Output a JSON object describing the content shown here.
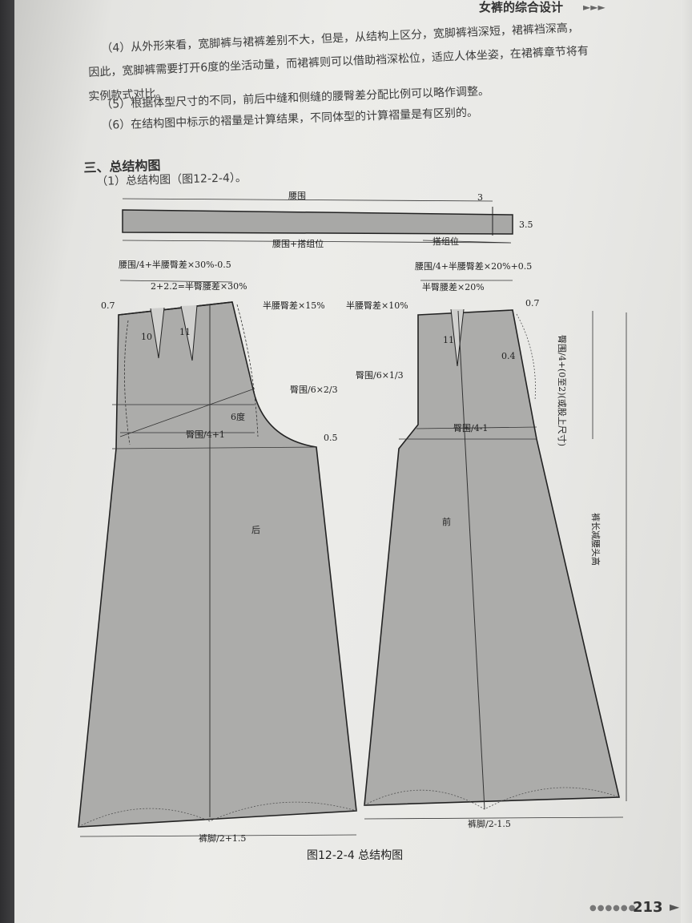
{
  "header": {
    "title": "女裤的综合设计",
    "arrows": "►►►"
  },
  "paragraphs": [
    "（4）从外形来看，宽脚裤与裙裤差别不大，但是，从结构上区分，宽脚裤裆深短，裙裤裆深高，",
    "因此，宽脚裤需要打开6度的坐活动量，而裙裤则可以借助裆深松位，适应人体坐姿，在裙裤章节将有",
    "实例款式对比。",
    "（5）根据体型尺寸的不同，前后中缝和侧缝的腰臀差分配比例可以略作调整。",
    "（6）在结构图中标示的褶量是计算结果，不同体型的计算褶量是有区别的。"
  ],
  "section": {
    "title": "三、总结构图",
    "sub": "（1）总结构图（图12-2-4）。"
  },
  "diagram": {
    "waistband_top": "腰围",
    "waistband_3": "3",
    "waistband_35": "3.5",
    "waistband_bottom": "腰围+搭组位",
    "waistband_overlap": "搭组位",
    "back_top": "腰围/4+半腰臀差×30%-0.5",
    "back_dart": "2+2.2=半臀腰差×30%",
    "back_07": "0.7",
    "back_10": "10",
    "back_11": "11",
    "back_side": "半腰臀差×15%",
    "back_crotch": "臀围/6×2/3",
    "back_6deg": "6度",
    "back_hip": "臀围/4+1",
    "back_05": "0.5",
    "back_label": "后",
    "front_top": "腰围/4+半腰臀差×20%+0.5",
    "front_dart": "半臀腰差×20%",
    "front_side": "半腰臀差×10%",
    "front_07": "0.7",
    "front_11": "11",
    "front_04": "0.4",
    "front_crotch": "臀围/6×1/3",
    "front_hip": "臀围/4-1",
    "front_label": "前",
    "rise": "臀围/4+(0至2)(或股上尺寸)",
    "length": "裤长减腰头高",
    "back_hem": "裤脚/2+1.5",
    "front_hem": "裤脚/2-1.5"
  },
  "caption": "图12-2-4   总结构图",
  "page_number": "213",
  "dots": "●●●●●●"
}
